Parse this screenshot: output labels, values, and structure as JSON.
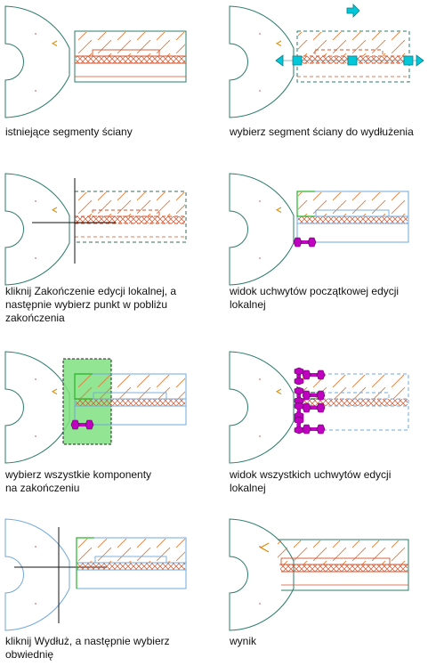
{
  "colors": {
    "wall_outline": "#2a7d6a",
    "red_layer": "#d4502a",
    "orange_hatch": "#e07c3c",
    "blue_edge": "#6fa8dc",
    "green_edge": "#27b327",
    "cyan_grip": "#00c8d8",
    "magenta_grip": "#c000c0",
    "selection_fill": "#7fe07f"
  },
  "icons": [
    "arrow-grip-icon",
    "square-grip-icon",
    "triangle-grip-icon",
    "bone-grip-icon",
    "crosshair-icon"
  ],
  "panels": [
    {
      "id": "p1",
      "caption_lines": [
        "istniejące segmenty ściany"
      ]
    },
    {
      "id": "p2",
      "caption_lines": [
        "wybierz segment ściany do wydłużenia"
      ]
    },
    {
      "id": "p3",
      "caption_lines": [
        "kliknij Zakończenie edycji lokalnej, a",
        "następnie wybierz punkt w pobliżu",
        "zakończenia"
      ]
    },
    {
      "id": "p4",
      "caption_lines": [
        "widok uchwytów początkowej edycji",
        "lokalnej"
      ]
    },
    {
      "id": "p5",
      "caption_lines": [
        "wybierz wszystkie komponenty",
        "na zakończeniu"
      ]
    },
    {
      "id": "p6",
      "caption_lines": [
        "widok wszystkich uchwytów edycji",
        "lokalnej"
      ]
    },
    {
      "id": "p7",
      "caption_lines": [
        "kliknij Wydłuż, a następnie wybierz",
        "obwiednię"
      ]
    },
    {
      "id": "p8",
      "caption_lines": [
        "wynik"
      ]
    }
  ]
}
